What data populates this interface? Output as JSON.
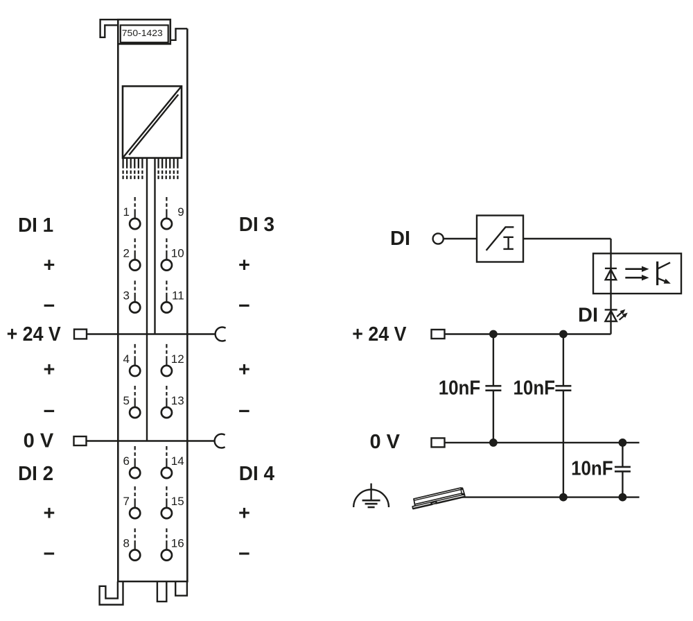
{
  "colors": {
    "ink": "#1d1d1b",
    "background": "#ffffff"
  },
  "module": {
    "part_number": "750-1423",
    "left_labels": [
      "DI 1",
      "+",
      "−",
      "+ 24 V",
      "+",
      "−",
      "0 V",
      "DI 2",
      "+",
      "−"
    ],
    "right_labels": [
      "DI 3",
      "+",
      "−",
      "+",
      "−",
      "DI 4",
      "+",
      "−"
    ],
    "contacts_left": [
      "1",
      "2",
      "3",
      "4",
      "5",
      "6",
      "7",
      "8"
    ],
    "contacts_right": [
      "9",
      "10",
      "11",
      "12",
      "13",
      "14",
      "15",
      "16"
    ]
  },
  "schematic": {
    "input_label": "DI",
    "indicator_label": "DI",
    "supply_label": "+ 24 V",
    "zero_volt_label": "0 V",
    "capacitor_labels": [
      "10nF",
      "10nF",
      "10nF"
    ]
  }
}
